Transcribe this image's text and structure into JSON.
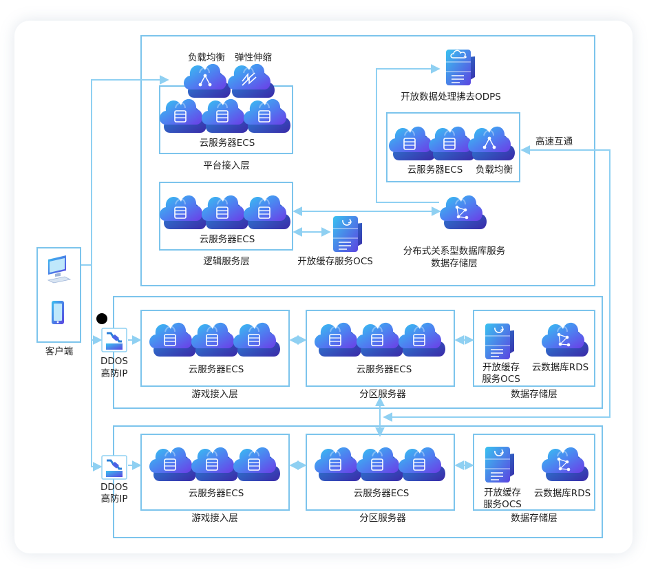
{
  "colors": {
    "line": "#8fd0f2",
    "cloud_top": "#33c6f0",
    "cloud_bottom": "#6a3ee8",
    "dot": "#000000"
  },
  "client": {
    "label": "客户端",
    "icons": [
      "monitor-icon",
      "tablet-icon"
    ]
  },
  "ddos": {
    "line1": "DDOS",
    "line2": "高防IP"
  },
  "platform": {
    "top_label_1": "负载均衡",
    "top_label_2": "弹性伸缩",
    "ecs_label": "云服务器ECS",
    "layer_label": "平台接入层"
  },
  "logic": {
    "ecs_label": "云服务器ECS",
    "layer_label": "逻辑服务层"
  },
  "ocs_top": {
    "label": "开放缓存服务OCS"
  },
  "odps": {
    "label": "开放数据处理拂去ODPS"
  },
  "odps_group": {
    "ecs_label": "云服务器ECS",
    "lb_label": "负载均衡"
  },
  "drds": {
    "line1": "分布式关系型数据库服务",
    "line2": "数据存储层"
  },
  "high_speed": {
    "label": "高速互通"
  },
  "region1": {
    "game_ecs": "云服务器ECS",
    "game_layer": "游戏接入层",
    "zone_ecs": "云服务器ECS",
    "zone_layer": "分区服务器",
    "ocs_line1": "开放缓存",
    "ocs_line2": "服务OCS",
    "rds": "云数据库RDS",
    "storage_layer": "数据存储层"
  },
  "region2": {
    "game_ecs": "云服务器ECS",
    "game_layer": "游戏接入层",
    "zone_ecs": "云服务器ECS",
    "zone_layer": "分区服务器",
    "ocs_line1": "开放缓存",
    "ocs_line2": "服务OCS",
    "rds": "云数据库RDS",
    "storage_layer": "数据存储层"
  }
}
